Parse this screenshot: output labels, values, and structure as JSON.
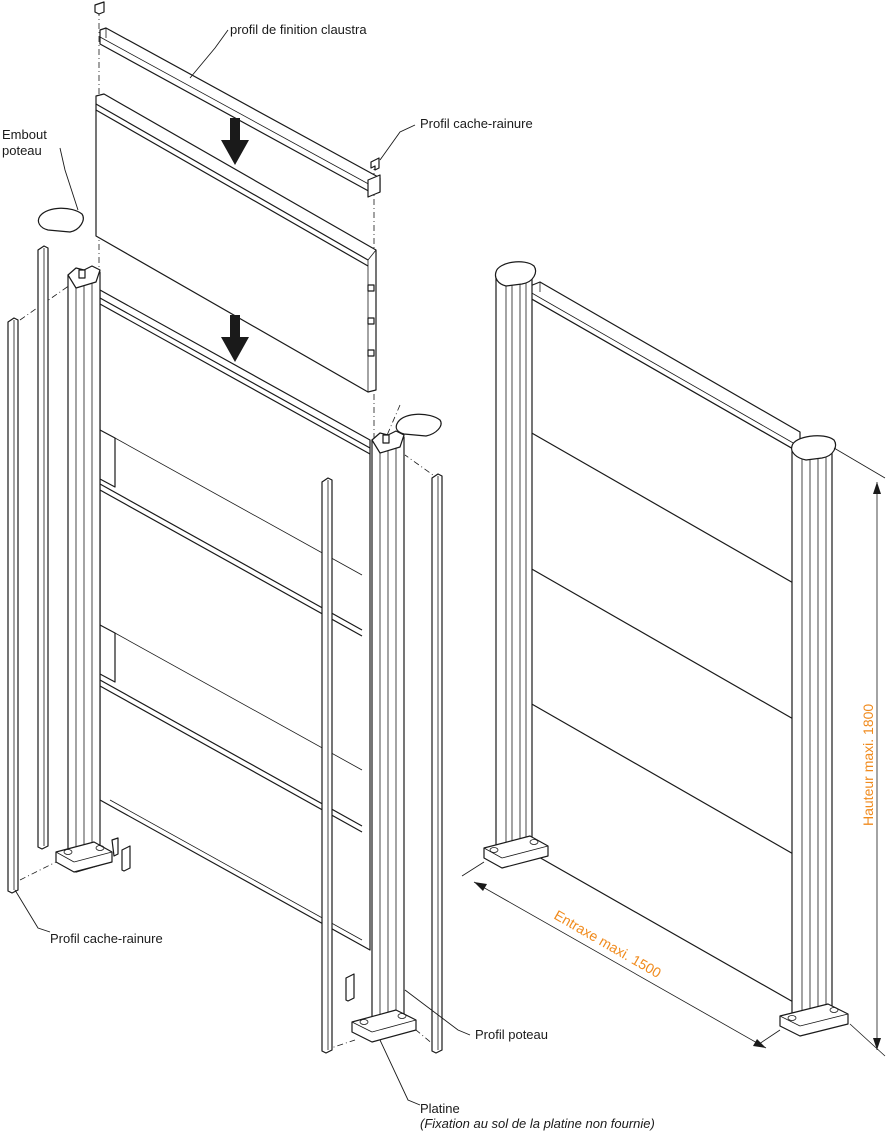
{
  "labels": {
    "finishing_profile": "profil de finition claustra",
    "groove_cover_top": "Profil cache-rainure",
    "post_cap_line1": "Embout",
    "post_cap_line2": "poteau",
    "groove_cover_bottom": "Profil cache-rainure",
    "post_profile": "Profil poteau",
    "base_plate": "Platine",
    "base_plate_note": "(Fixation au sol de la platine non fournie)"
  },
  "dimensions": {
    "height": "Hauteur maxi. 1800",
    "spacing": "Entraxe maxi. 1500"
  },
  "colors": {
    "line": "#1a1a1a",
    "dimension": "#f08a1c",
    "background": "#ffffff"
  }
}
